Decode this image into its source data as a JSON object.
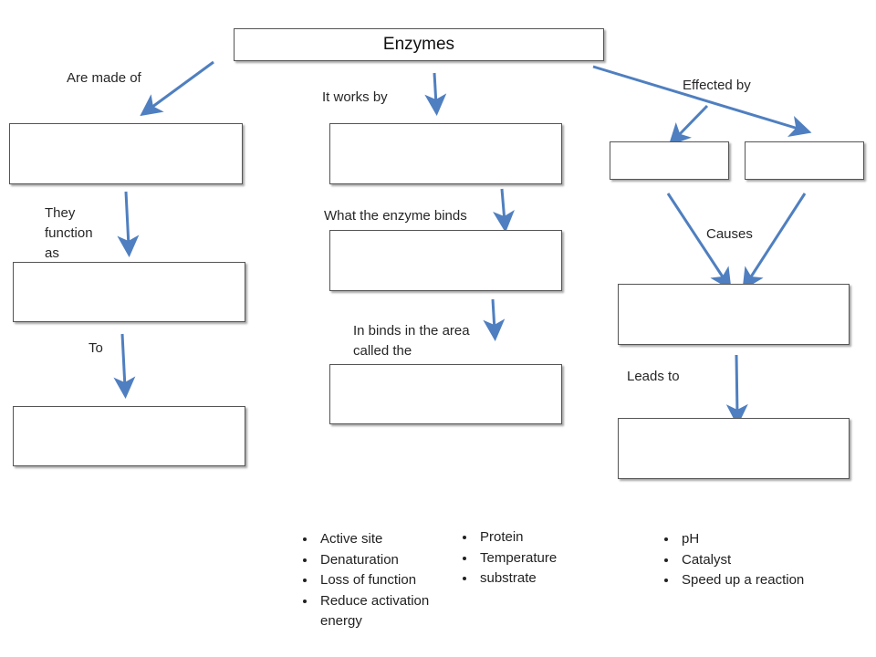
{
  "title": "Enzymes",
  "labels": {
    "are_made_of": "Are made of",
    "it_works_by": "It works by",
    "effected_by": "Effected by",
    "they_function_as": "They function as",
    "what_enzyme_binds": "What the enzyme binds",
    "causes": "Causes",
    "to": "To",
    "binds_area": "In binds in the area called the",
    "leads_to": "Leads to"
  },
  "word_bank": {
    "list1": [
      "Active site",
      "Denaturation",
      "Loss of function",
      "Reduce activation energy"
    ],
    "list2": [
      "Protein",
      "Temperature",
      "substrate"
    ],
    "list3": [
      "pH",
      "Catalyst",
      "Speed up a reaction"
    ]
  },
  "colors": {
    "arrow": "#4f7fc0",
    "box_border": "#555555"
  }
}
